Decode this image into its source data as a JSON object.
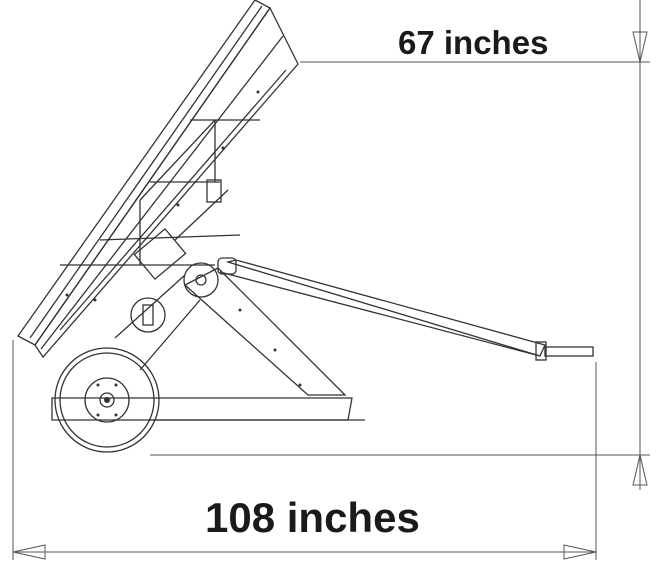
{
  "dimensions": {
    "height_label": "67 inches",
    "width_label": "108 inches"
  },
  "drawing": {
    "subject": "trailer-mounted tilted panel frame with tow tongue and single wheel",
    "line_color": "#333333",
    "dimension_line_color": "#555555"
  }
}
